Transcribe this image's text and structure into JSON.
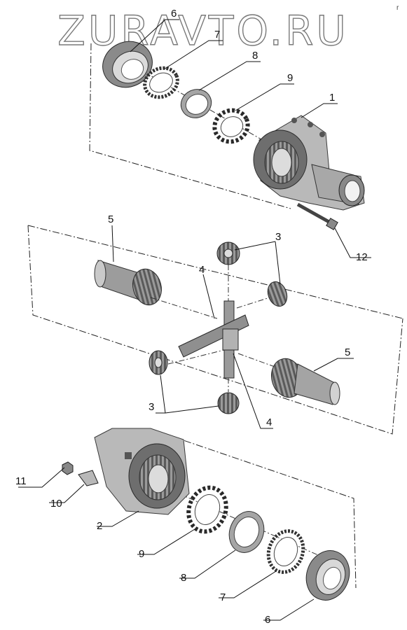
{
  "watermark": "ZURAVTO.RU",
  "corner_mark": "r",
  "callouts": [
    {
      "id": "c6-top",
      "text": "6"
    },
    {
      "id": "c7-top",
      "text": "7"
    },
    {
      "id": "c8-top",
      "text": "8"
    },
    {
      "id": "c9-top",
      "text": "9"
    },
    {
      "id": "c1",
      "text": "1"
    },
    {
      "id": "c12",
      "text": "12"
    },
    {
      "id": "c5-left",
      "text": "5"
    },
    {
      "id": "c3-top",
      "text": "3"
    },
    {
      "id": "c4-top",
      "text": "4"
    },
    {
      "id": "c5-right",
      "text": "5"
    },
    {
      "id": "c3-bottom",
      "text": "3"
    },
    {
      "id": "c4-bottom",
      "text": "4"
    },
    {
      "id": "c11",
      "text": "11"
    },
    {
      "id": "c10",
      "text": "10"
    },
    {
      "id": "c2",
      "text": "2"
    },
    {
      "id": "c9-bottom",
      "text": "9"
    },
    {
      "id": "c8-bottom",
      "text": "8"
    },
    {
      "id": "c7-bottom",
      "text": "7"
    },
    {
      "id": "c6-bottom",
      "text": "6"
    }
  ]
}
